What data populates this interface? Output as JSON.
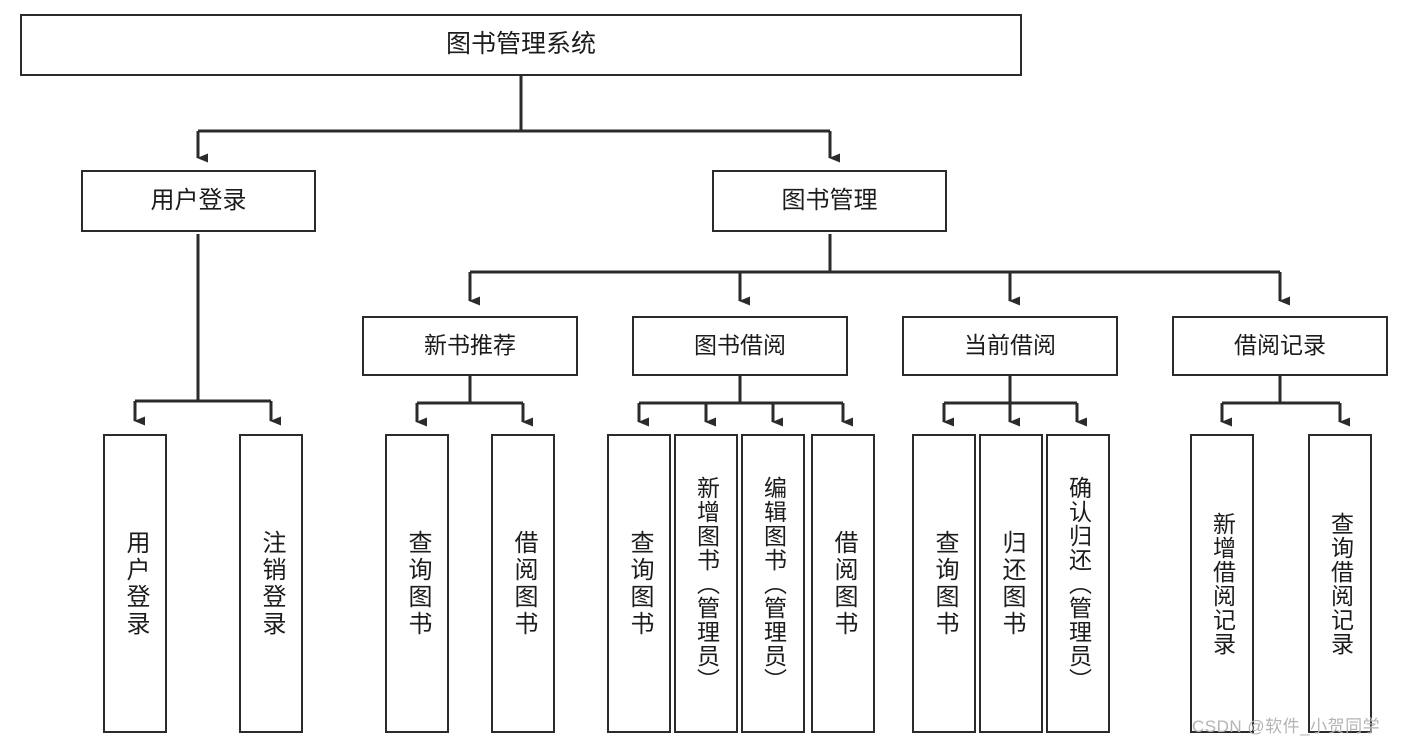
{
  "diagram": {
    "type": "tree-hierarchy-chart",
    "title": "图书管理系统",
    "background_color": "#ffffff",
    "box_border_color": "#2b2b2b",
    "text_color": "#1c1c1c",
    "edge_color": "#2b2b2b"
  },
  "nodes": {
    "root": {
      "label": "图书管理系统",
      "level": 1
    },
    "level2": [
      {
        "id": "user-login",
        "label": "用户登录"
      },
      {
        "id": "book-management",
        "label": "图书管理"
      }
    ],
    "level3": [
      {
        "id": "new-book-recommend",
        "label": "新书推荐"
      },
      {
        "id": "book-borrow",
        "label": "图书借阅"
      },
      {
        "id": "current-borrow",
        "label": "当前借阅"
      },
      {
        "id": "borrow-record",
        "label": "借阅记录"
      }
    ],
    "leaves": {
      "user-login": [
        {
          "id": "user-login-action",
          "label": "用户登录"
        },
        {
          "id": "user-logout-action",
          "label": "注销登录"
        }
      ],
      "new-book-recommend": [
        {
          "id": "query-book-1",
          "label": "查询图书"
        },
        {
          "id": "borrow-book-1",
          "label": "借阅图书"
        }
      ],
      "book-borrow": [
        {
          "id": "query-book-2",
          "label": "查询图书"
        },
        {
          "id": "add-book-admin",
          "label": "新增图书（管理员）"
        },
        {
          "id": "edit-book-admin",
          "label": "编辑图书（管理员）"
        },
        {
          "id": "borrow-book-2",
          "label": "借阅图书"
        }
      ],
      "current-borrow": [
        {
          "id": "query-book-3",
          "label": "查询图书"
        },
        {
          "id": "return-book",
          "label": "归还图书"
        },
        {
          "id": "confirm-return-admin",
          "label": "确认归还（管理员）"
        }
      ],
      "borrow-record": [
        {
          "id": "add-borrow-record",
          "label": "新增借阅记录"
        },
        {
          "id": "query-borrow-record",
          "label": "查询借阅记录"
        }
      ]
    }
  },
  "watermark": {
    "text": "CSDN @软件_小贺同学"
  }
}
